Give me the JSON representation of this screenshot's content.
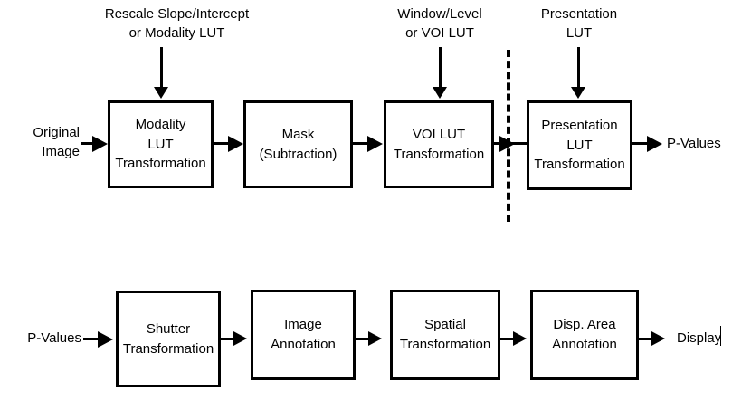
{
  "diagram": {
    "title": "DICOM Grayscale Image Display Pipeline",
    "background_color": "#ffffff",
    "stroke_color": "#000000",
    "top_row": {
      "inputs": [
        {
          "name": "original-image",
          "line1": "Original",
          "line2": "Image"
        }
      ],
      "outputs": [
        {
          "name": "p-values-out",
          "text": "P-Values"
        }
      ],
      "annotations": [
        {
          "name": "rescale-annotation",
          "line1": "Rescale Slope/Intercept",
          "line2": "or Modality LUT"
        },
        {
          "name": "window-level-annotation",
          "line1": "Window/Level",
          "line2": "or VOI  LUT"
        },
        {
          "name": "presentation-lut-annotation",
          "line1": "Presentation",
          "line2": "LUT"
        }
      ],
      "boxes": [
        {
          "name": "modality-lut-transformation",
          "lines": [
            "Modality",
            "LUT",
            "Transformation"
          ]
        },
        {
          "name": "mask-subtraction",
          "lines": [
            "Mask",
            "(Subtraction)"
          ]
        },
        {
          "name": "voi-lut-transformation",
          "lines": [
            "VOI  LUT",
            "Transformation"
          ]
        },
        {
          "name": "presentation-lut-transformation",
          "lines": [
            "Presentation",
            "LUT",
            "Transformation"
          ]
        }
      ],
      "divider": {
        "name": "pipeline-divider",
        "style": "dashed-vertical"
      }
    },
    "bottom_row": {
      "inputs": [
        {
          "name": "p-values-in",
          "text": "P-Values"
        }
      ],
      "outputs": [
        {
          "name": "display-out",
          "text": "Display"
        }
      ],
      "boxes": [
        {
          "name": "shutter-transformation",
          "lines": [
            "Shutter",
            "Transformation"
          ]
        },
        {
          "name": "image-annotation",
          "lines": [
            "Image",
            "Annotation"
          ]
        },
        {
          "name": "spatial-transformation",
          "lines": [
            "Spatial",
            "Transformation"
          ]
        },
        {
          "name": "display-area-annotation",
          "lines": [
            "Disp. Area",
            "Annotation"
          ]
        }
      ]
    }
  }
}
